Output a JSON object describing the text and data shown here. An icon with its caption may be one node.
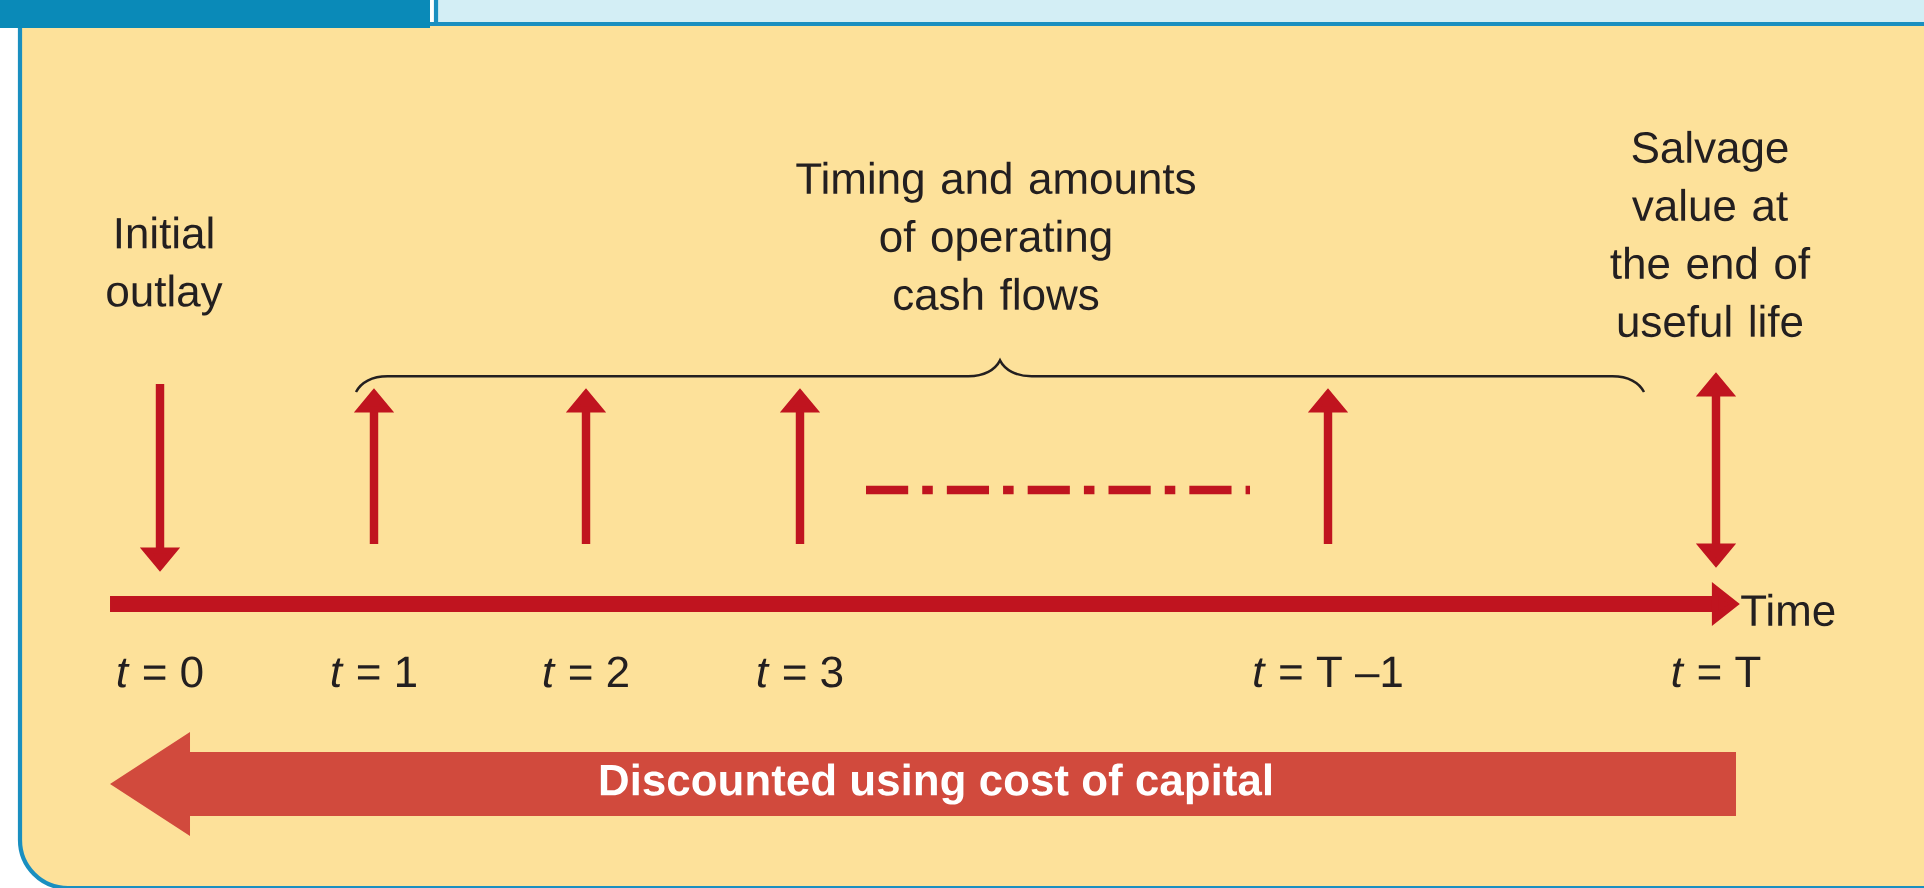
{
  "diagram": {
    "nodes": [
      {
        "text": [
          "Discounted using cost of capital"
        ]
      }
    ],
    "labels": [
      "Initial outlay",
      "Timing and amounts of operating cash flows",
      "Salvage value at the end of useful life",
      "Time",
      "*t* = 0",
      "*t* = 1",
      "*t* = 2",
      "*t* = 3",
      "*t* = T –1",
      "*t* = T"
    ]
  }
}
